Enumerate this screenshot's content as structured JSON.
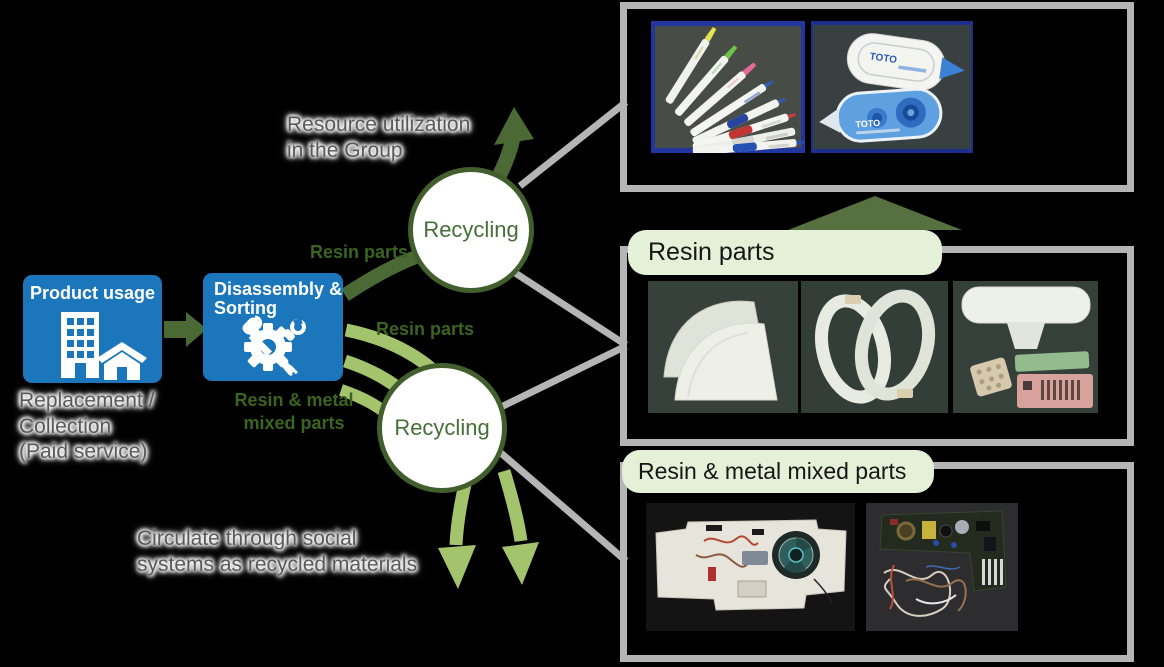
{
  "colors": {
    "background": "#000000",
    "process_box_blue": "#1b76bc",
    "dark_green_arrow": "#4a6935",
    "light_green_arrow": "#a3c36d",
    "circle_border_green": "#415e2c",
    "recycling_text_green": "#456f38",
    "flow_label_green": "#3a6420",
    "pill_background": "#e5f0d9",
    "connector_gray": "#b5b5b5",
    "caption_gray": "#595959"
  },
  "process": {
    "product_usage": {
      "title": "Product usage",
      "caption_line1": "Replacement /",
      "caption_line2": "Collection",
      "caption_line3": "(Paid service)"
    },
    "disassembly": {
      "title_line1": "Disassembly &",
      "title_line2": "Sorting"
    },
    "recycling_top": "Recycling",
    "recycling_bottom": "Recycling",
    "flow_labels": {
      "resin_parts_top": "Resin parts",
      "resin_parts_mid": "Resin parts",
      "resin_metal_line1": "Resin & metal",
      "resin_metal_line2": "mixed parts"
    },
    "outcomes": {
      "resource_line1": "Resource utilization",
      "resource_line2": "in the Group",
      "circulate_line1": "Circulate through social",
      "circulate_line2": "systems as recycled materials"
    }
  },
  "panels": {
    "products": {
      "photos": [
        {
          "name": "stationery-pens"
        },
        {
          "name": "correction-tape-devices",
          "brand": "TOTO"
        }
      ]
    },
    "resin_parts": {
      "label": "Resin parts",
      "photos": [
        {
          "name": "toilet-lid-shells"
        },
        {
          "name": "toilet-seat-rings"
        },
        {
          "name": "washlet-housing-parts"
        }
      ]
    },
    "resin_metal": {
      "label": "Resin & metal mixed parts",
      "photos": [
        {
          "name": "chassis-with-fan"
        },
        {
          "name": "circuit-boards-and-wires"
        }
      ]
    }
  }
}
